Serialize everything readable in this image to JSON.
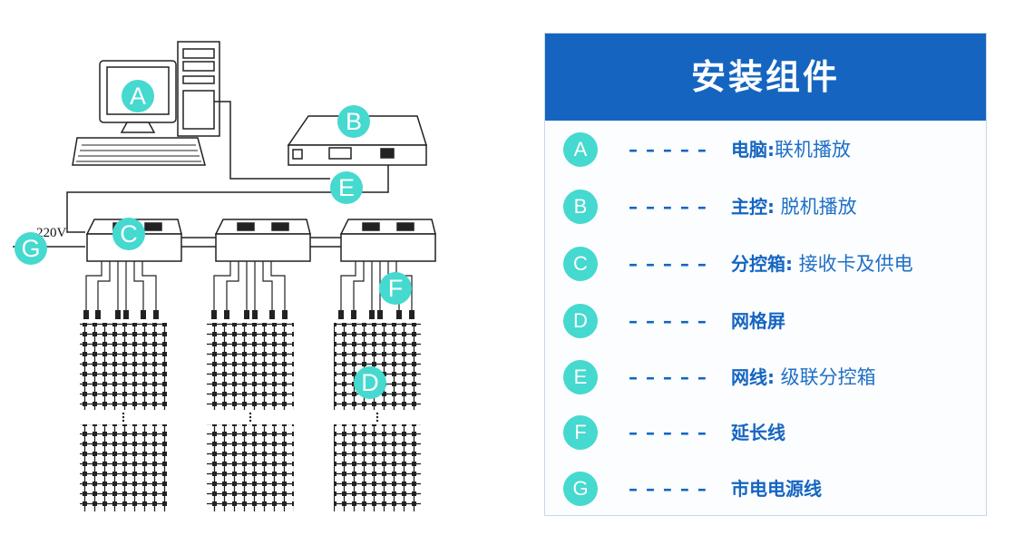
{
  "diagram": {
    "voltage_label": "220V",
    "markers": {
      "A": "A",
      "B": "B",
      "C": "C",
      "D": "D",
      "E": "E",
      "F": "F",
      "G": "G"
    }
  },
  "legend": {
    "title": "安装组件",
    "dash": "– – – – –",
    "items": [
      {
        "letter": "A",
        "name": "电脑:",
        "desc": "联机播放"
      },
      {
        "letter": "B",
        "name": "主控:",
        "desc": " 脱机播放"
      },
      {
        "letter": "C",
        "name": "分控箱:",
        "desc": " 接收卡及供电"
      },
      {
        "letter": "D",
        "name": "网格屏",
        "desc": ""
      },
      {
        "letter": "E",
        "name": "网线:",
        "desc": " 级联分控箱"
      },
      {
        "letter": "F",
        "name": "延长线",
        "desc": ""
      },
      {
        "letter": "G",
        "name": "市电电源线",
        "desc": ""
      }
    ]
  }
}
